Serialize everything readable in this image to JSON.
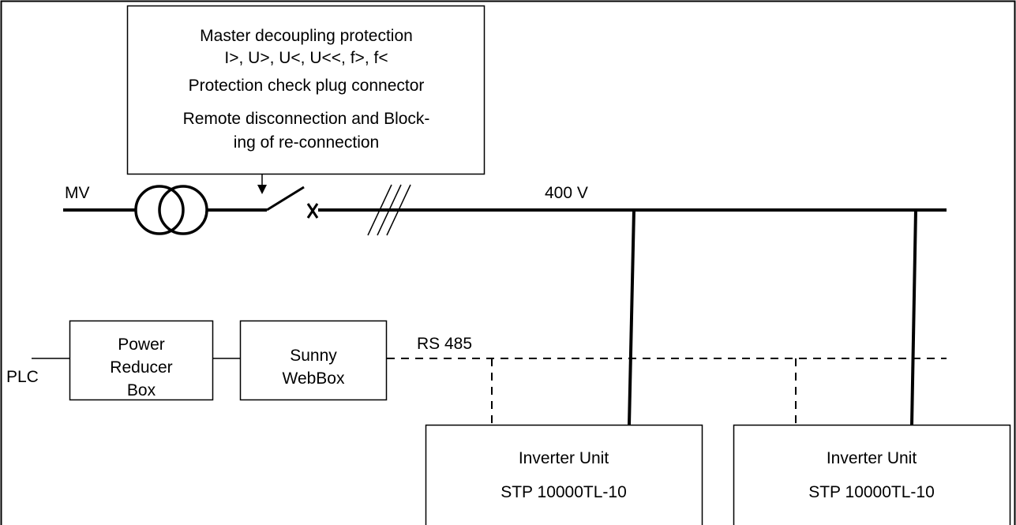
{
  "protection_box": {
    "line1": "Master decoupling protection",
    "line2": "I>, U>, U<, U<<, f>, f<",
    "line3": "Protection check plug connector",
    "line4": "Remote disconnection and Block-",
    "line5": "ing of re-connection"
  },
  "labels": {
    "mv": "MV",
    "voltage": "400 V",
    "rs485": "RS 485",
    "plc": "PLC"
  },
  "power_reducer_box": {
    "line1": "Power",
    "line2": "Reducer",
    "line3": "Box"
  },
  "webbox": {
    "line1": "Sunny",
    "line2": "WebBox"
  },
  "inverters": [
    {
      "name": "Inverter Unit",
      "model": "STP 10000TL-10"
    },
    {
      "name": "Inverter Unit",
      "model": "STP 10000TL-10"
    }
  ]
}
